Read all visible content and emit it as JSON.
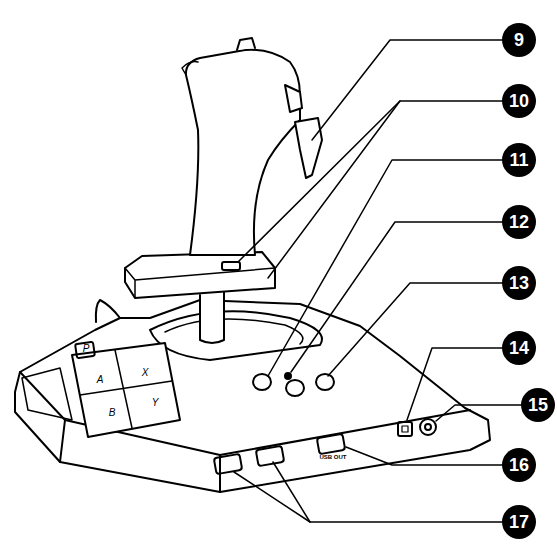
{
  "diagram": {
    "labels": [
      "9",
      "10",
      "11",
      "12",
      "13",
      "14",
      "15",
      "16",
      "17",
      "P",
      "A",
      "B",
      "X",
      "Y",
      "USB OUT"
    ]
  }
}
